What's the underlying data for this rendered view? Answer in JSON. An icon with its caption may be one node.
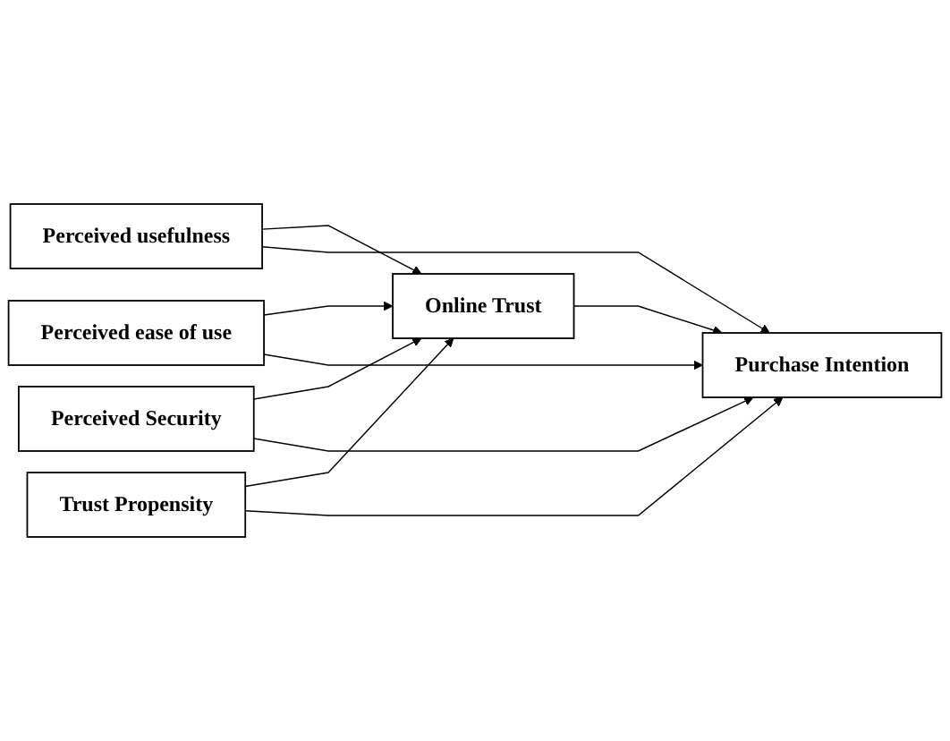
{
  "diagram": {
    "nodes": [
      {
        "text": [
          "Perceived usefulness"
        ]
      },
      {
        "text": [
          "Perceived ease of use"
        ]
      },
      {
        "text": [
          "Perceived Security"
        ]
      },
      {
        "text": [
          "Trust Propensity"
        ]
      },
      {
        "text": [
          "Online Trust"
        ]
      },
      {
        "text": [
          "Purchase Intention"
        ]
      }
    ],
    "edges": [
      {
        "from": 0,
        "to": 4,
        "arrow": "to"
      },
      {
        "from": 0,
        "to": 5,
        "arrow": "to"
      },
      {
        "from": 1,
        "to": 4,
        "arrow": "to"
      },
      {
        "from": 1,
        "to": 5,
        "arrow": "to"
      },
      {
        "from": 2,
        "to": 4,
        "arrow": "to"
      },
      {
        "from": 2,
        "to": 5,
        "arrow": "to"
      },
      {
        "from": 3,
        "to": 4,
        "arrow": "to"
      },
      {
        "from": 3,
        "to": 5,
        "arrow": "to"
      },
      {
        "from": 4,
        "to": 5,
        "arrow": "to"
      }
    ]
  }
}
